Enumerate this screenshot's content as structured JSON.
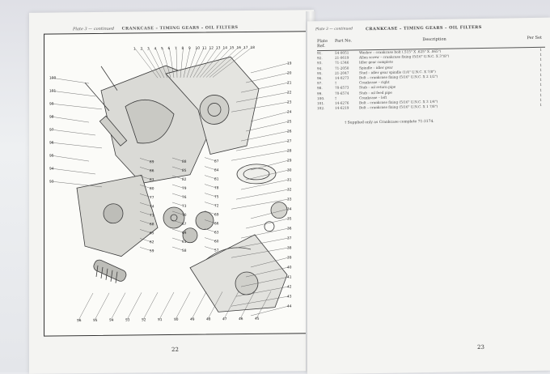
{
  "left_page": {
    "plate_label": "Plate 3 — continued",
    "title": "CRANKCASE – TIMING GEARS – OIL FILTERS",
    "page_number": "22",
    "callouts_top": [
      "1",
      "2",
      "3",
      "4",
      "5",
      "6",
      "7",
      "8",
      "9",
      "10",
      "11",
      "12",
      "13",
      "14",
      "15",
      "16",
      "17",
      "18"
    ],
    "callouts_right": [
      "19",
      "20",
      "21",
      "22",
      "23",
      "24",
      "25",
      "26",
      "27",
      "28",
      "29",
      "30",
      "31",
      "32",
      "33",
      "34",
      "35",
      "36",
      "37",
      "38",
      "39",
      "40",
      "41",
      "42",
      "43",
      "44"
    ],
    "callouts_bottom": [
      "56",
      "55",
      "54",
      "53",
      "52",
      "51",
      "50",
      "49",
      "48",
      "47",
      "46",
      "45"
    ],
    "callouts_left": [
      "100",
      "101",
      "99",
      "98",
      "97",
      "96",
      "95",
      "94",
      "93"
    ],
    "callouts_mid": [
      "89",
      "88",
      "87",
      "86",
      "85",
      "84",
      "83",
      "82",
      "81",
      "80",
      "79",
      "78",
      "77",
      "76",
      "75",
      "74",
      "73",
      "72",
      "71",
      "70",
      "69",
      "68",
      "67",
      "66",
      "65",
      "64",
      "63",
      "62",
      "61",
      "60",
      "59",
      "58",
      "57"
    ]
  },
  "right_page": {
    "plate_label": "Plate 3 — continued",
    "title": "CRANKCASE – TIMING GEARS – OIL FILTERS",
    "page_number": "23",
    "headers": {
      "ref": "Plate Ref.",
      "part": "Part No.",
      "desc": "Description",
      "perset": "Per Set"
    },
    "rows": [
      {
        "ref": "91.",
        "part": "54-0051",
        "desc": "Washer – crankcase bolt (.515\" X .625\" X .065\")",
        "qty": "1"
      },
      {
        "ref": "92.",
        "part": "21-0619",
        "desc": "Allen screw – crankcase fixing (5/16\" U.N.C. X 3\"/8\")",
        "qty": "1"
      },
      {
        "ref": "93.",
        "part": "71-1346",
        "desc": "Idler gear complete",
        "qty": "1"
      },
      {
        "ref": "94.",
        "part": "71-2050",
        "desc": "Spindle – idler gear",
        "qty": "1"
      },
      {
        "ref": "95.",
        "part": "21-2047",
        "desc": "Stud – idler gear spindle (1/4\" U.N.C. X 7/8\")",
        "qty": "1"
      },
      {
        "ref": "96.",
        "part": "14-0273",
        "desc": "Bolt – crankcase fixing (5/16\" U.N.C. X 2 1/2\")",
        "qty": "1"
      },
      {
        "ref": "97.",
        "part": "†",
        "desc": "Crankcase – right",
        "qty": "1"
      },
      {
        "ref": "98.",
        "part": "70-6573",
        "desc": "Stub – oil return pipe",
        "qty": "1"
      },
      {
        "ref": "99.",
        "part": "70-6574",
        "desc": "Stub – oil feed pipe",
        "qty": "1"
      },
      {
        "ref": "100.",
        "part": "†",
        "desc": "Crankcase – left",
        "qty": "1"
      },
      {
        "ref": "101.",
        "part": "14-6276",
        "desc": "Bolt – crankcase fixing (5/16\" U.N.C. X 3 1/4\")",
        "qty": "1"
      },
      {
        "ref": "102.",
        "part": "14-6219",
        "desc": "Bolt – crankcase fixing (5/16\" U.N.C. X 1 7/8\")",
        "qty": "1"
      }
    ],
    "footnote": "† Supplied only as Crankcase complete 71-3174."
  }
}
